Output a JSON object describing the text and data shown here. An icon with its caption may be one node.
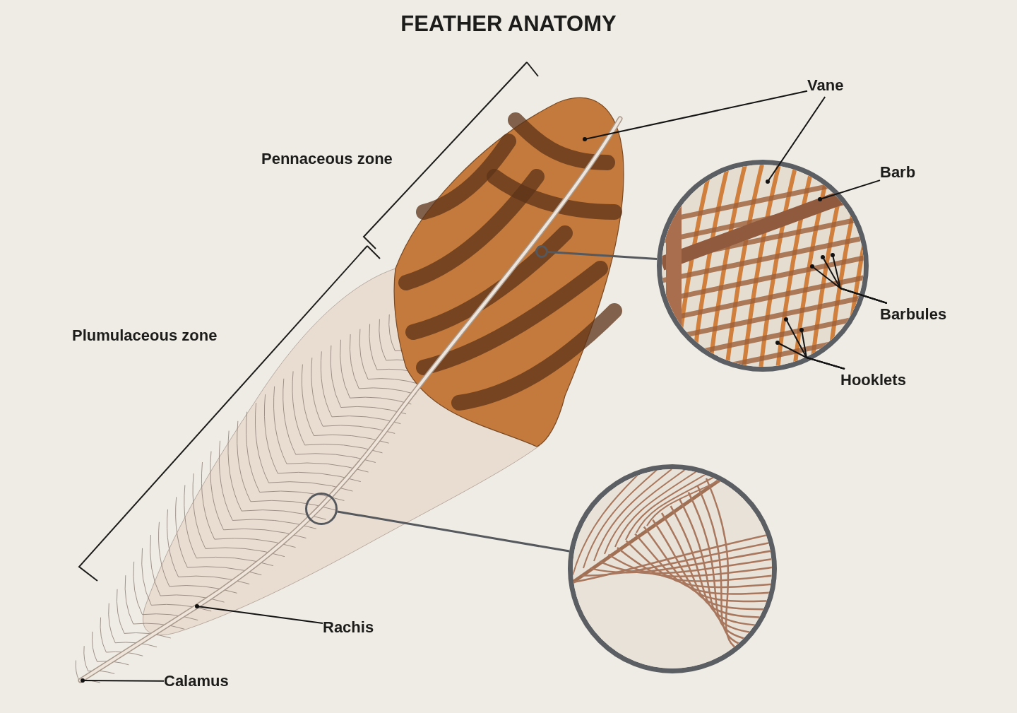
{
  "diagram": {
    "title": "FEATHER ANATOMY",
    "nodes": [
      {
        "text": [
          "Vane"
        ]
      },
      {
        "text": [
          "Barb"
        ]
      },
      {
        "text": [
          "Barbules"
        ]
      },
      {
        "text": [
          "Hooklets"
        ]
      },
      {
        "text": [
          "Rachis"
        ],
        "in": 6
      },
      {
        "text": [
          "Calamus"
        ],
        "in": 6
      },
      {
        "text": [],
        "shape": "picture"
      },
      {
        "text": [],
        "shape": "circle",
        "in": 6
      },
      {
        "text": [],
        "shape": "picture"
      },
      {
        "text": [],
        "shape": "circle",
        "in": 6
      },
      {
        "text": [],
        "shape": "picture"
      }
    ],
    "edges": [
      {
        "from": 0,
        "to": 6,
        "arrow": "other"
      },
      {
        "from": 0,
        "to": 8,
        "arrow": "other"
      },
      {
        "from": 1,
        "to": 8,
        "arrow": "other"
      },
      {
        "from": 2,
        "to": 8,
        "arrow": "other"
      },
      {
        "from": 2,
        "to": 8,
        "arrow": "other"
      },
      {
        "from": 2,
        "to": 8,
        "arrow": "other"
      },
      {
        "from": 3,
        "to": 8,
        "arrow": "other"
      },
      {
        "from": 3,
        "to": 8,
        "arrow": "other"
      },
      {
        "from": 3,
        "to": 8,
        "arrow": "other"
      },
      {
        "from": 4,
        "to": null,
        "arrow": "other"
      },
      {
        "from": 5,
        "to": 6,
        "arrow": "other"
      },
      {
        "from": 7,
        "to": 8,
        "arrow": "none",
        "color": "#55585c"
      },
      {
        "from": 9,
        "to": 10,
        "arrow": "none",
        "color": "#55585c"
      }
    ],
    "labels": [
      "Pennaceous zone",
      "Plumulaceous zone"
    ]
  }
}
